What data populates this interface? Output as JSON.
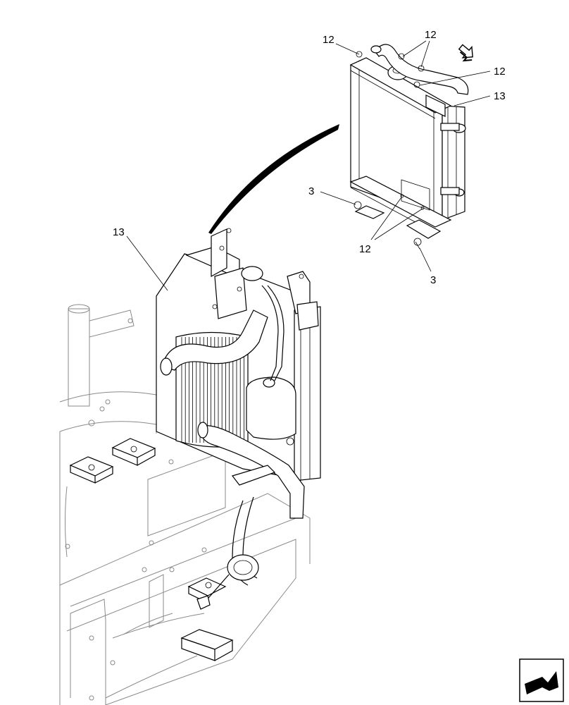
{
  "callouts": {
    "top_left_12": "12",
    "top_right_12": "12",
    "right_12": "12",
    "right_13": "13",
    "left_3": "3",
    "bottom_12": "12",
    "bottom_3": "3",
    "main_13": "13"
  },
  "icons": {
    "orientation_arrow": "arrow-icon",
    "navigation_corner": "page-turn-icon"
  }
}
